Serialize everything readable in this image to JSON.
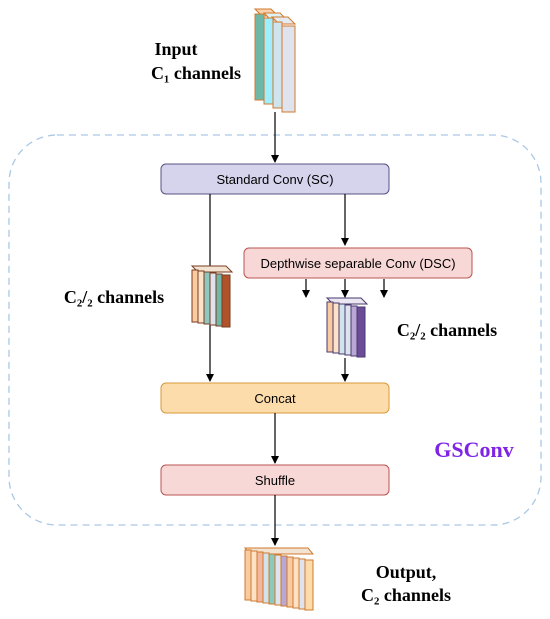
{
  "input_label": {
    "line1": "Input",
    "line2": "C₁ channels"
  },
  "output_label": {
    "line1": "Output,",
    "line2": "C₂ channels"
  },
  "left_branch_label": "C₂/₂ channels",
  "right_branch_label": "C₂/₂ channels",
  "module_label": "GSConv",
  "blocks": {
    "sc": "Standard Conv (SC)",
    "dsc": "Depthwise separable Conv (DSC)",
    "concat": "Concat",
    "shuffle": "Shuffle"
  },
  "colors": {
    "sc_fill": "#d6d3ec",
    "dsc_fill": "#f8d7d7",
    "concat_fill": "#fbdcaa",
    "shuffle_fill": "#f8d7d7",
    "module_label": "#7f24e6",
    "dashed_border": "#a9c8e6"
  }
}
